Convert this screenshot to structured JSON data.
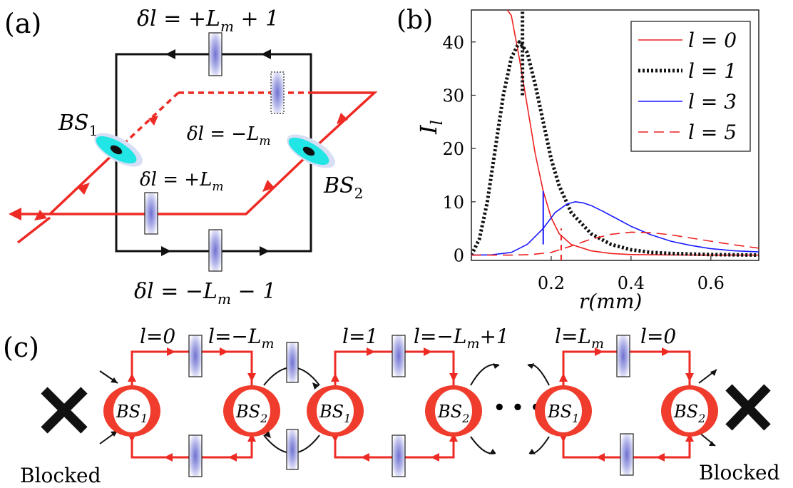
{
  "panel_a": {
    "tag": "(a)",
    "top_delay": "δl = +L",
    "top_delay_sub": "m",
    "top_delay_tail": " + 1",
    "mid_delay": "δl = −L",
    "mid_delay_sub": "m",
    "lower_delay": "δl = +L",
    "lower_delay_sub": "m",
    "bottom_delay": "δl = −L",
    "bottom_delay_sub": "m",
    "bottom_delay_tail": " − 1",
    "bs1": "BS",
    "bs1_sub": "1",
    "bs2": "BS",
    "bs2_sub": "2"
  },
  "panel_b": {
    "tag": "(b)",
    "ylabel": "I",
    "ylabel_sub": "l",
    "xlabel": "r(mm)"
  },
  "panel_c": {
    "tag": "(c)",
    "blocked_left": "Blocked",
    "blocked_right": "Blocked",
    "ellipsis": "• • •",
    "labels": [
      {
        "main": "l=0",
        "sub": ""
      },
      {
        "main": "l=−L",
        "sub": "m",
        "tail": ""
      },
      {
        "main": "l=1",
        "sub": ""
      },
      {
        "main": "l=−L",
        "sub": "m",
        "tail": "+1"
      },
      {
        "main": "l=L",
        "sub": "m",
        "tail": ""
      },
      {
        "main": "l=0",
        "sub": ""
      }
    ],
    "splitters": [
      {
        "name": "BS",
        "sub": "1"
      },
      {
        "name": "BS",
        "sub": "2"
      },
      {
        "name": "BS",
        "sub": "1"
      },
      {
        "name": "BS",
        "sub": "2"
      },
      {
        "name": "BS",
        "sub": "1"
      },
      {
        "name": "BS",
        "sub": "2"
      }
    ]
  },
  "colors": {
    "beam": "#ee2a24",
    "loop": "#111111",
    "splitter_face": "#22e5e5",
    "bs_disk": "#f03c2c",
    "plate": "#6f70d0"
  },
  "chart_data": {
    "type": "line",
    "xlabel": "r(mm)",
    "ylabel": "I_l",
    "xlim": [
      0,
      0.72
    ],
    "ylim": [
      -1,
      46
    ],
    "xticks": [
      0.2,
      0.4,
      0.6
    ],
    "yticks": [
      0,
      10,
      20,
      30,
      40
    ],
    "legend_position": "top-right",
    "grid": false,
    "series": [
      {
        "name": "l = 0",
        "style": "solid",
        "color": "#ee2020",
        "x": [
          0.09,
          0.1,
          0.12,
          0.14,
          0.16,
          0.18,
          0.2,
          0.22,
          0.25,
          0.3,
          0.35,
          0.4,
          0.5,
          0.6,
          0.72
        ],
        "y": [
          46,
          45,
          37,
          28,
          19,
          12,
          7,
          4,
          2,
          0.8,
          0.3,
          0.1,
          0.02,
          0,
          0
        ]
      },
      {
        "name": "l = 1",
        "style": "dotted",
        "color": "#111111",
        "x": [
          0.0,
          0.02,
          0.04,
          0.06,
          0.08,
          0.1,
          0.12,
          0.14,
          0.16,
          0.18,
          0.2,
          0.22,
          0.25,
          0.3,
          0.35,
          0.4,
          0.45,
          0.5,
          0.6,
          0.72
        ],
        "y": [
          0,
          3,
          10,
          20,
          30,
          37,
          40,
          38,
          32,
          25,
          18,
          13,
          8,
          4,
          2,
          1,
          0.5,
          0.3,
          0.1,
          0
        ]
      },
      {
        "name": "l = 3",
        "style": "solid",
        "color": "#1a1aff",
        "x": [
          0.0,
          0.05,
          0.1,
          0.14,
          0.18,
          0.21,
          0.24,
          0.26,
          0.28,
          0.3,
          0.33,
          0.36,
          0.4,
          0.45,
          0.5,
          0.55,
          0.6,
          0.66,
          0.72
        ],
        "y": [
          0,
          0.05,
          0.5,
          2,
          5,
          8,
          9.6,
          10,
          9.8,
          9.3,
          8.2,
          7,
          5.4,
          3.8,
          2.6,
          1.8,
          1.2,
          0.8,
          0.6
        ]
      },
      {
        "name": "l = 5",
        "style": "dashed",
        "color": "#ee2020",
        "x": [
          0.0,
          0.1,
          0.15,
          0.2,
          0.25,
          0.3,
          0.35,
          0.4,
          0.45,
          0.5,
          0.55,
          0.6,
          0.66,
          0.72
        ],
        "y": [
          0,
          0,
          0.1,
          0.5,
          1.7,
          3,
          3.9,
          4.3,
          4.2,
          3.8,
          3.2,
          2.6,
          1.9,
          1.3
        ]
      }
    ],
    "markers": [
      {
        "series": "l = 1",
        "x": 0.128,
        "y_from": 30,
        "y_to": 46,
        "style": "dotted"
      },
      {
        "series": "l = 3",
        "x": 0.18,
        "y_from": 2,
        "y_to": 12,
        "style": "solid"
      },
      {
        "series": "l = 5",
        "x": 0.225,
        "y_from": -1,
        "y_to": 5,
        "style": "dashed"
      }
    ]
  }
}
